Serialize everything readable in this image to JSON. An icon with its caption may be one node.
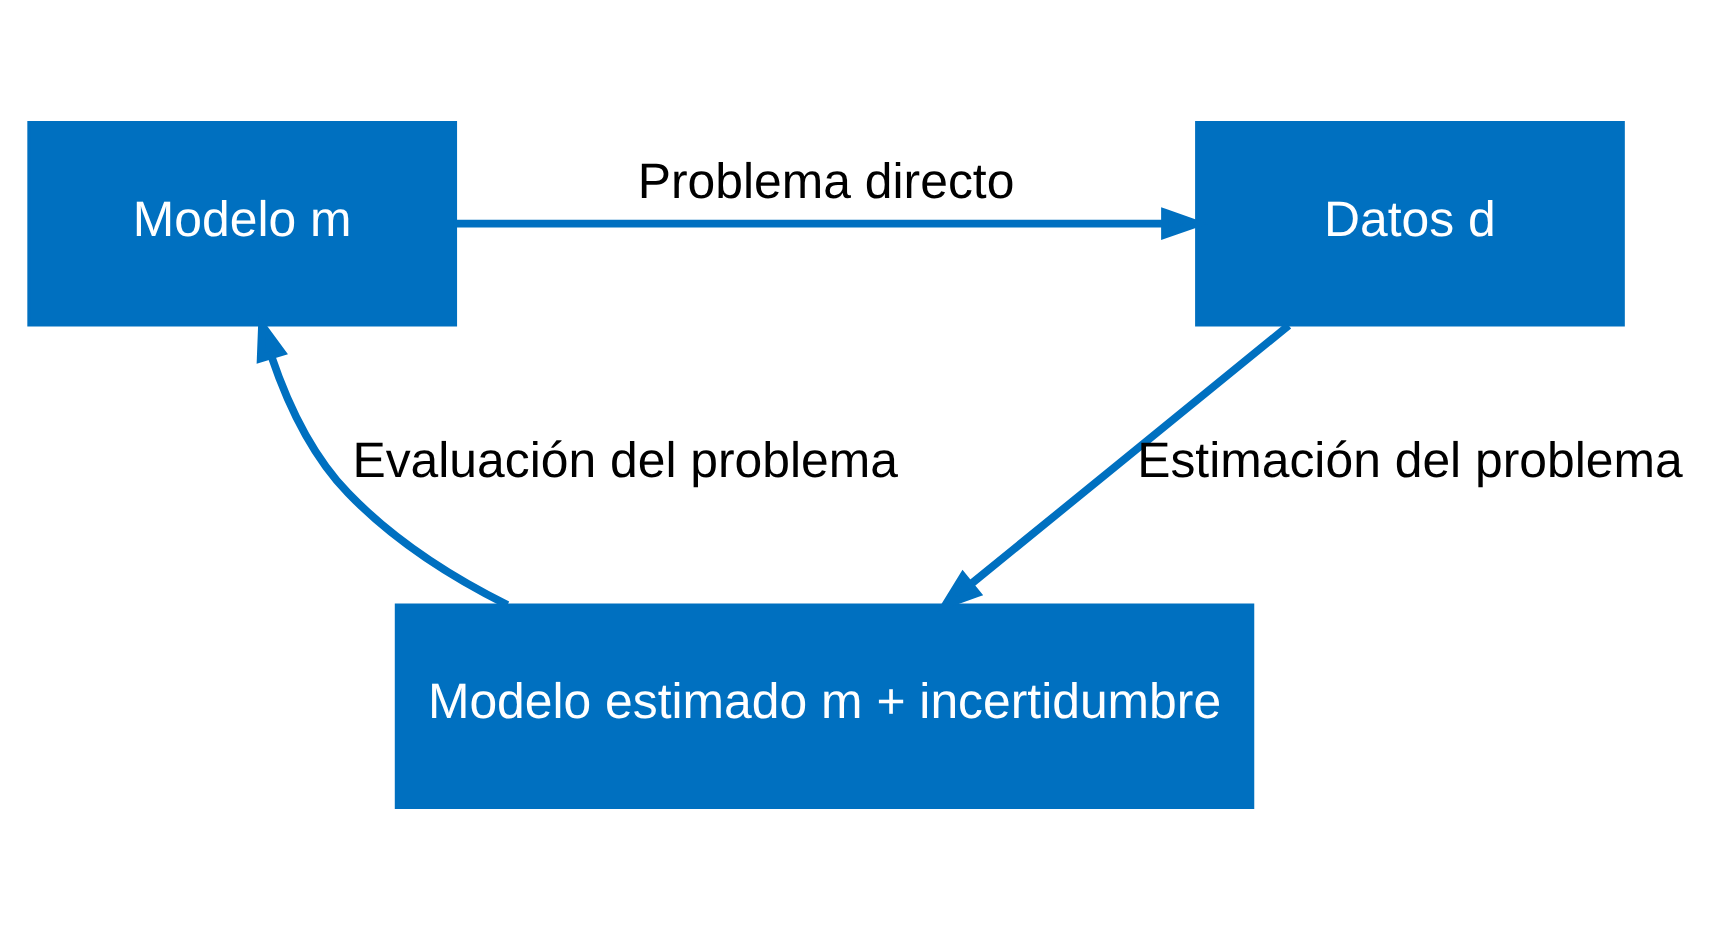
{
  "diagram": {
    "nodes": [
      {
        "text": [
          "Modelo m"
        ]
      },
      {
        "text": [
          "Datos d"
        ]
      },
      {
        "text": [
          "Modelo estimado m + incertidumbre"
        ]
      }
    ],
    "edges": [
      {
        "from": 0,
        "to": 1,
        "arrow": "to",
        "label": "Problema directo"
      },
      {
        "from": 1,
        "to": 2,
        "arrow": "to",
        "label": "Estimación del problema"
      },
      {
        "from": 2,
        "to": 0,
        "arrow": "to",
        "label": "Evaluación del problema"
      }
    ]
  }
}
